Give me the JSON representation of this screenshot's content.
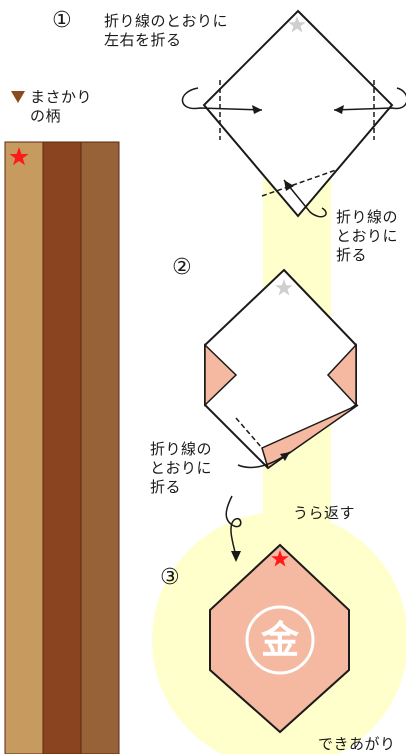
{
  "legend": {
    "marker_color": "#8b4a1f",
    "text": "まさかり\nの柄"
  },
  "stripes": {
    "colors": [
      "#c79a60",
      "#8a4420",
      "#986238"
    ],
    "star_color": "#ff1a1a"
  },
  "steps": [
    {
      "number": "①",
      "instruction": "折り線のとおりに\n左右を折る"
    },
    {
      "number": "②"
    },
    {
      "number": "③"
    }
  ],
  "notes": {
    "fold_right": "折り線の\nとおりに\n折る",
    "fold_left": "折り線の\nとおりに\n折る",
    "flip": "うら返す",
    "done": "できあがり"
  },
  "badge": {
    "text": "金"
  },
  "colors": {
    "guide_band": "#ffffcc",
    "paper": "#ffffff",
    "flap": "#f5b8a0",
    "outline": "#1a1a1a",
    "star_gray": "#cfcfcf",
    "star_red": "#ff1a1a"
  }
}
